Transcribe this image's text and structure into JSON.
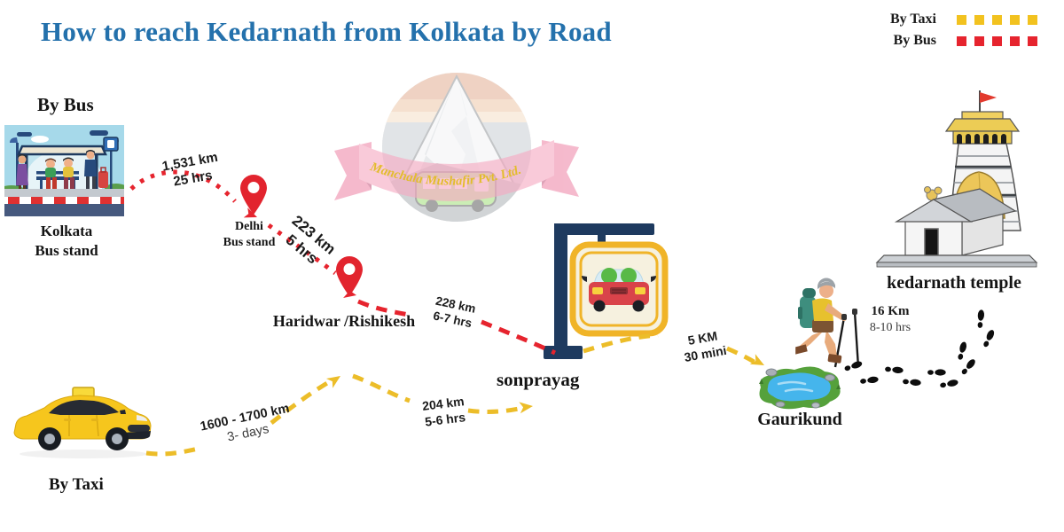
{
  "title": "How to reach Kedarnath from Kolkata by Road",
  "legend": {
    "taxi_label": "By Taxi",
    "bus_label": "By Bus"
  },
  "logo": {
    "company": "Manchala Mushafir Pvt. Ltd."
  },
  "locations": {
    "by_bus": "By Bus",
    "kolkata_line1": "Kolkata",
    "kolkata_line2": "Bus stand",
    "delhi_line1": "Delhi",
    "delhi_line2": "Bus stand",
    "haridwar": "Haridwar /Rishikesh",
    "sonprayag": "sonprayag",
    "gaurikund": "Gaurikund",
    "kedarnath": "kedarnath temple",
    "by_taxi": "By Taxi"
  },
  "segments": {
    "kolkata_delhi_bus": {
      "distance": "1,531 km",
      "duration": "25 hrs"
    },
    "delhi_haridwar_bus": {
      "distance": "223 km",
      "duration": "5 hrs"
    },
    "haridwar_sonprayag_bus": {
      "distance": "228 km",
      "duration": "6-7 hrs"
    },
    "kolkata_haridwar_taxi": {
      "distance": "1600 - 1700 km",
      "duration": "3- days"
    },
    "haridwar_sonprayag_taxi": {
      "distance": "204 km",
      "duration": "5-6 hrs"
    },
    "sonprayag_gaurikund": {
      "distance": "5 KM",
      "duration": "30 mini"
    },
    "gaurikund_kedarnath_trek": {
      "distance": "16 Km",
      "duration": "8-10 hrs"
    }
  },
  "colors": {
    "title_blue": "#2471AC",
    "bus_route_red": "#E6242E",
    "taxi_route_yellow": "#ECBD29",
    "signpost_navy": "#1E3A5F"
  }
}
